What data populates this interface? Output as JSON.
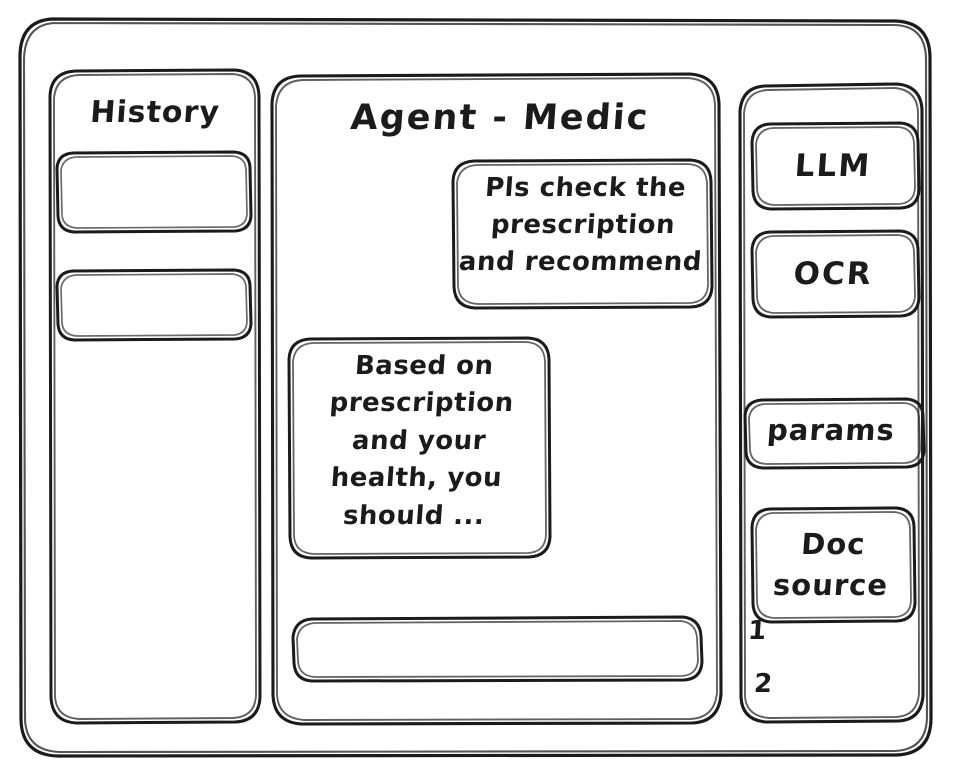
{
  "window": {
    "name": "agent-medic-wireframe"
  },
  "sidebar_left": {
    "title": "History",
    "items": [
      {
        "label": ""
      },
      {
        "label": ""
      }
    ]
  },
  "main": {
    "title": "Agent - Medic",
    "messages": [
      {
        "role": "user",
        "text": "Pls check the\nprescription\nand recommend"
      },
      {
        "role": "agent",
        "text": "Based on\nprescription\nand your\nhealth, you\nshould ..."
      }
    ],
    "composer": {
      "value": "",
      "placeholder": ""
    }
  },
  "sidebar_right": {
    "buttons": [
      {
        "label": "LLM",
        "name": "llm"
      },
      {
        "label": "OCR",
        "name": "ocr"
      },
      {
        "label": "params",
        "name": "params"
      },
      {
        "label": "Doc\nsource",
        "name": "doc-source"
      }
    ],
    "doc_list": [
      {
        "label": "1"
      },
      {
        "label": "2"
      }
    ]
  },
  "style": {
    "stroke": "#1b1b1b",
    "background": "#ffffff"
  }
}
